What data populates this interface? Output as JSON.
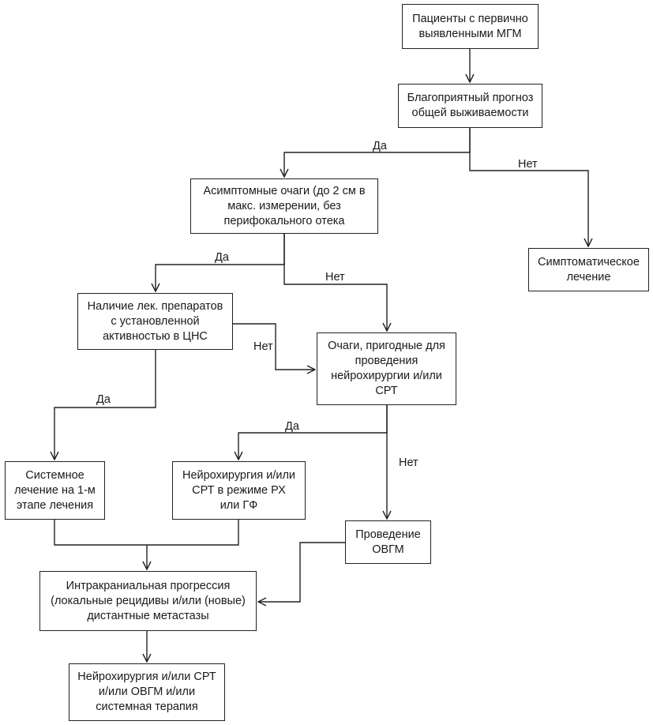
{
  "nodes": {
    "patients": "Пациенты с первично\nвыявленными МГМ",
    "prognosis": "Благоприятный прогноз\nобщей выживаемости",
    "asymptomatic": "Асимптомные очаги (до 2 см в\nмакс. измерении, без\nперифокального отека",
    "symptomatic": "Симптоматическое\nлечение",
    "drugs": "Наличие лек. препаратов\nс установленной\nактивностью в ЦНС",
    "lesions_suitable": "Очаги, пригодные для\nпроведения\nнейрохирургии и/или\nСРТ",
    "systemic": "Системное\nлечение на 1-м\nэтапе лечения",
    "neurosurgery_srt": "Нейрохирургия и/или\nСРТ в режиме РХ\nили ГФ",
    "wbrt": "Проведение\nОВГМ",
    "progression": "Интракраниальная прогрессия\n(локальные рецидивы и/или (новые)\nдистантные метастазы",
    "final": "Нейрохирургия и/или СРТ\nи/или ОВГМ и/или\nсистемная терапия"
  },
  "edge_labels": {
    "prognosis_yes": "Да",
    "prognosis_no": "Нет",
    "asymptomatic_yes": "Да",
    "asymptomatic_no": "Нет",
    "drugs_no": "Нет",
    "drugs_yes": "Да",
    "lesions_yes": "Да",
    "lesions_no": "Нет"
  }
}
